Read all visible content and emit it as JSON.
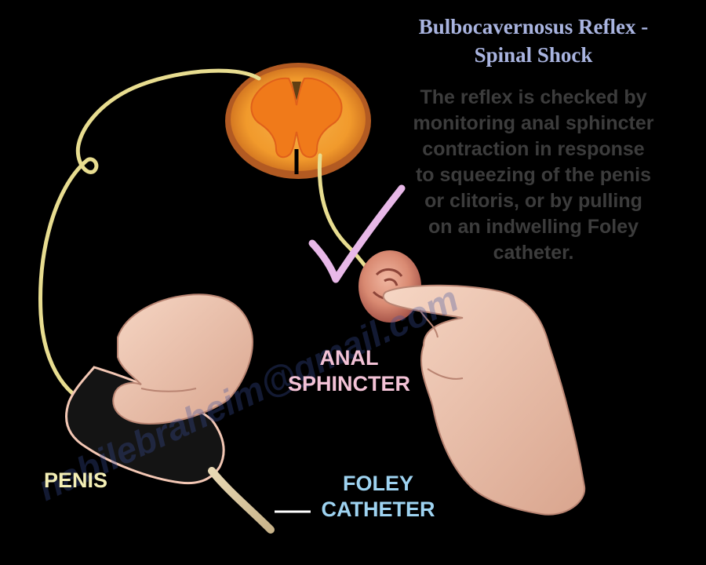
{
  "title": {
    "line1": "Bulbocavernosus Reflex -",
    "line2": "Spinal Shock"
  },
  "description": {
    "line1": "The reflex is checked by",
    "line2": "monitoring anal sphincter",
    "line3": "contraction in response",
    "line4": "to squeezing of the penis",
    "line5": "or clitoris, or by pulling",
    "line6": "on an indwelling Foley",
    "line7": "catheter."
  },
  "labels": {
    "anal_line1": "ANAL",
    "anal_line2": "SPHINCTER",
    "penis": "PENIS",
    "foley_line1": "FOLEY",
    "foley_line2": "CATHETER"
  },
  "watermark": "nabilebraheim@gmail.com",
  "colors": {
    "title": "#a9b4e0",
    "description": "#3c3c3c",
    "anal_label": "#f3c2d6",
    "penis_label": "#f4efb5",
    "foley_label": "#9ed3f1",
    "nerve": "#e8dd90",
    "checkmark": "#e8b8e8"
  }
}
